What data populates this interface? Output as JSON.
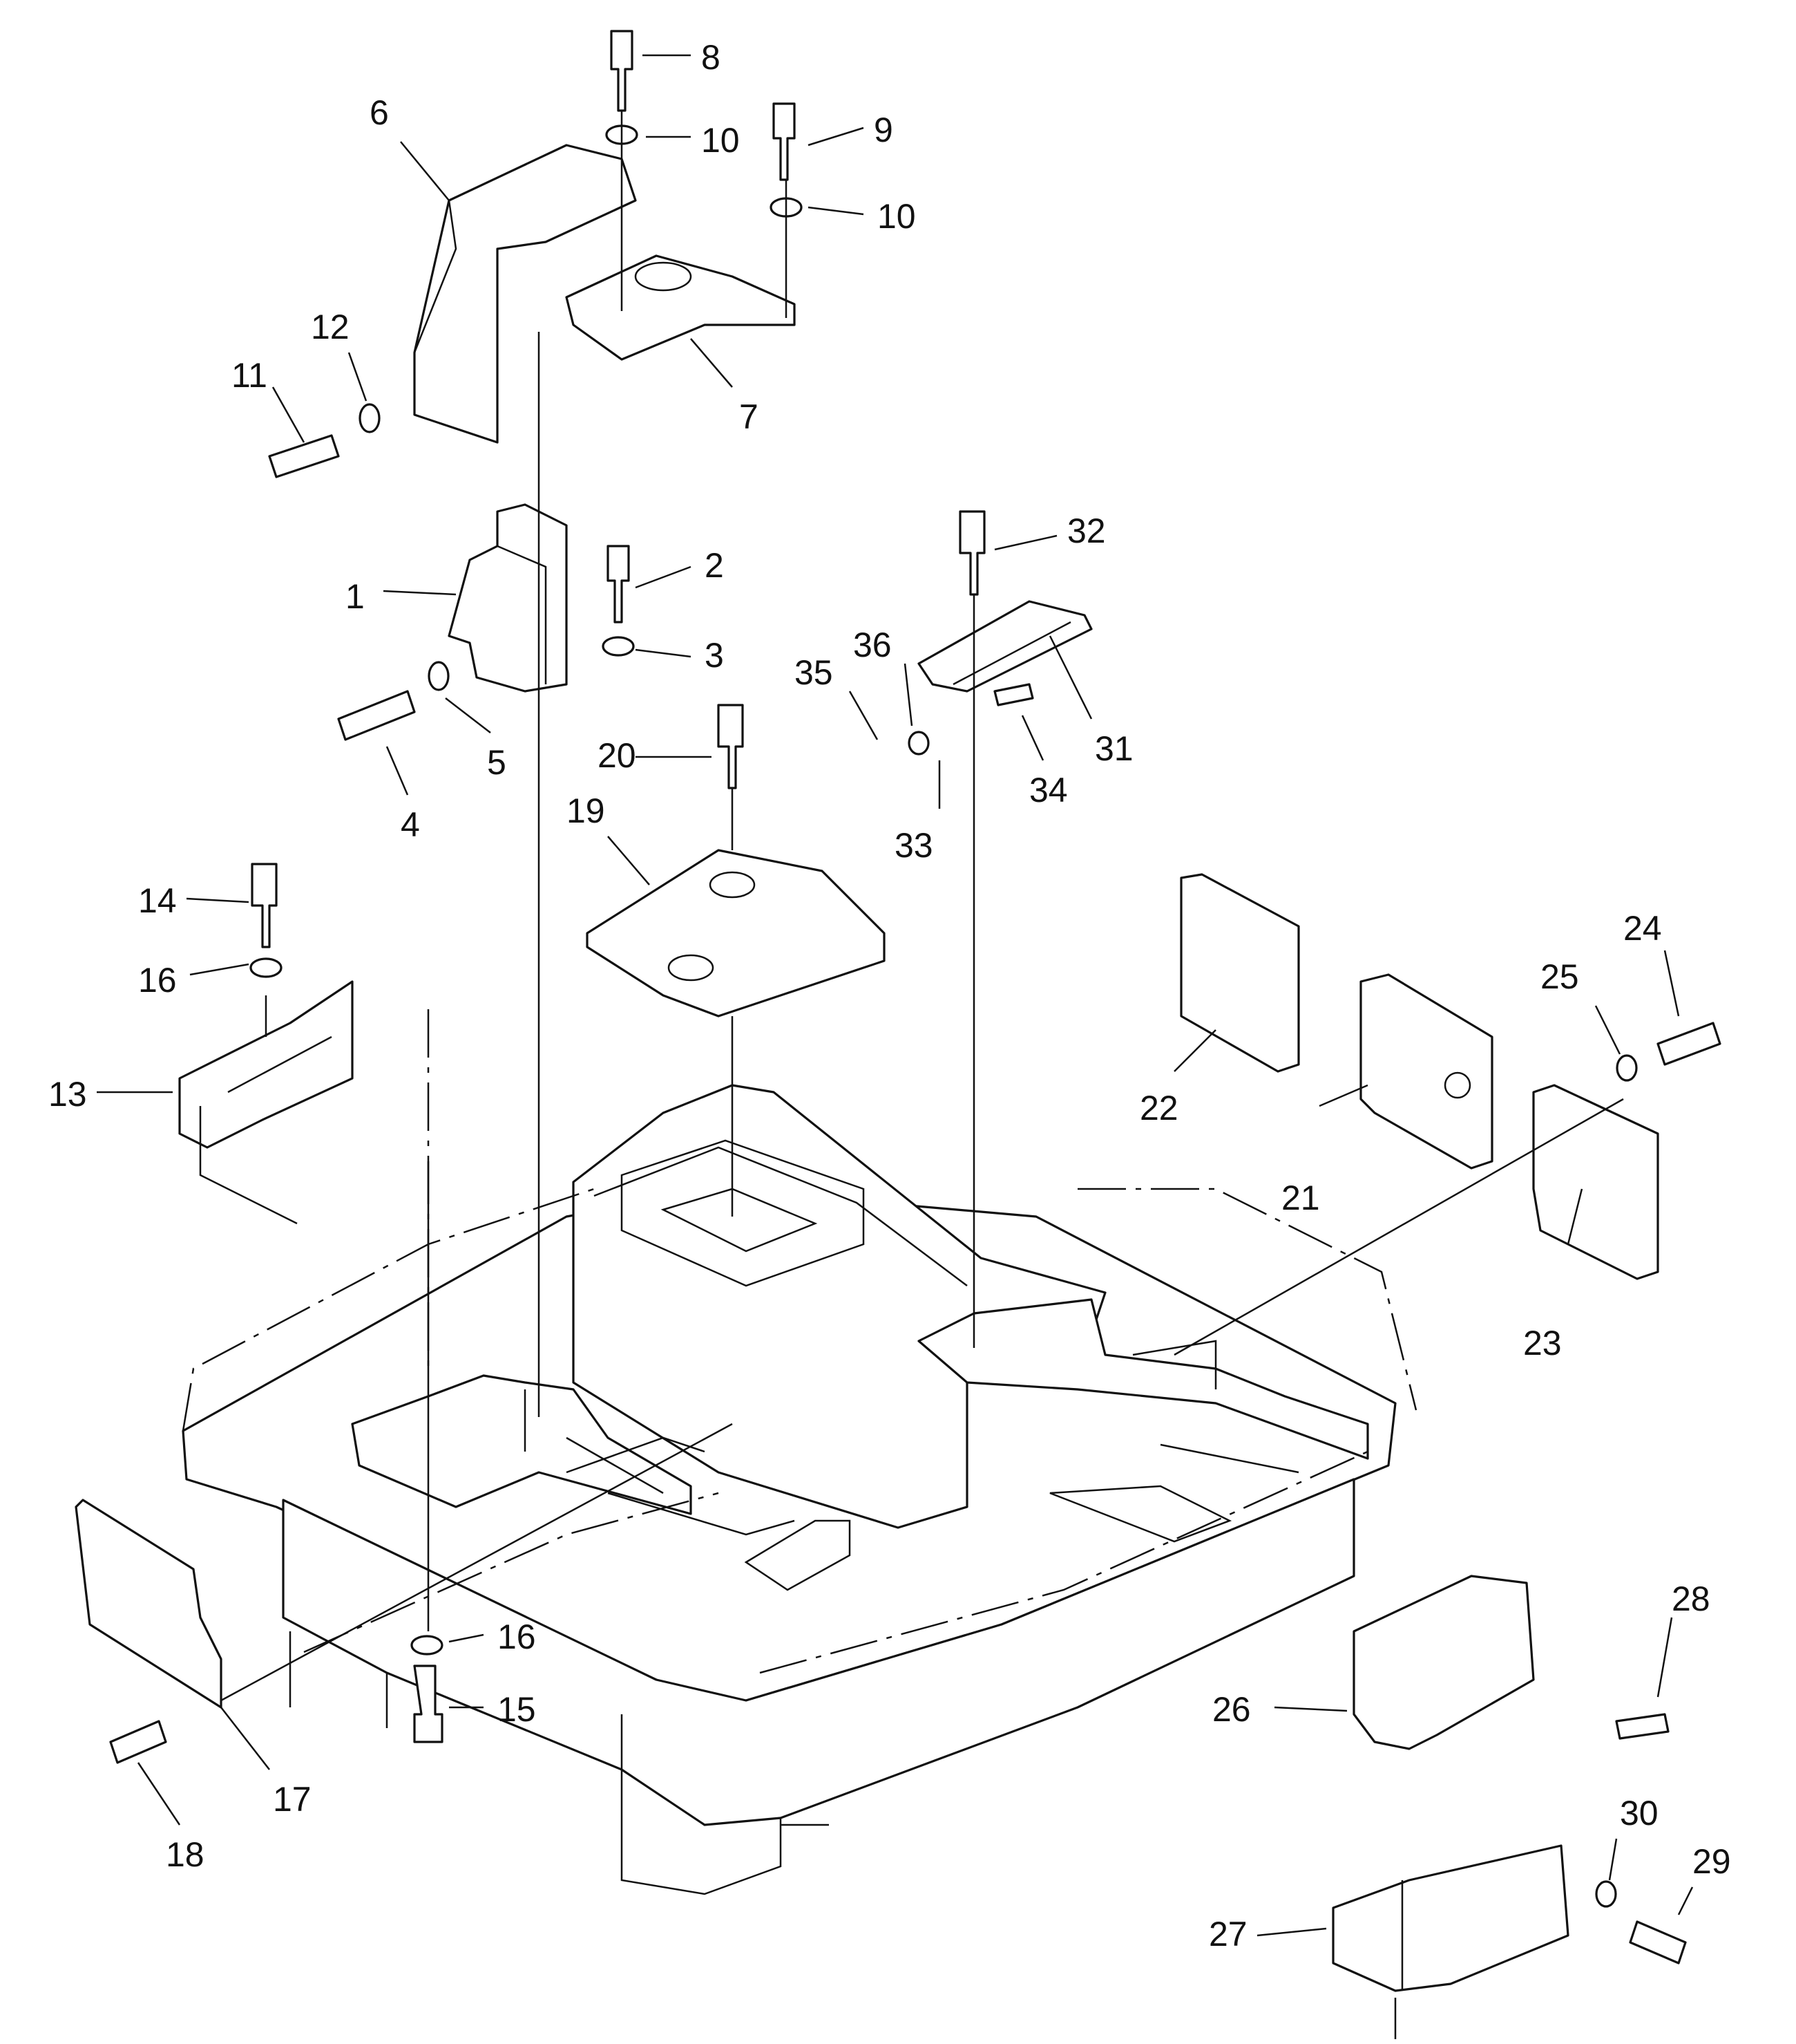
{
  "diagram": {
    "kind": "exploded parts view",
    "callouts": [
      {
        "id": "1",
        "label": "1"
      },
      {
        "id": "2",
        "label": "2"
      },
      {
        "id": "3",
        "label": "3"
      },
      {
        "id": "4",
        "label": "4"
      },
      {
        "id": "5",
        "label": "5"
      },
      {
        "id": "6",
        "label": "6"
      },
      {
        "id": "7",
        "label": "7"
      },
      {
        "id": "8",
        "label": "8"
      },
      {
        "id": "9",
        "label": "9"
      },
      {
        "id": "10a",
        "label": "10"
      },
      {
        "id": "10b",
        "label": "10"
      },
      {
        "id": "11",
        "label": "11"
      },
      {
        "id": "12",
        "label": "12"
      },
      {
        "id": "13",
        "label": "13"
      },
      {
        "id": "14",
        "label": "14"
      },
      {
        "id": "15",
        "label": "15"
      },
      {
        "id": "16a",
        "label": "16"
      },
      {
        "id": "16b",
        "label": "16"
      },
      {
        "id": "17",
        "label": "17"
      },
      {
        "id": "18",
        "label": "18"
      },
      {
        "id": "19",
        "label": "19"
      },
      {
        "id": "20",
        "label": "20"
      },
      {
        "id": "21",
        "label": "21"
      },
      {
        "id": "22",
        "label": "22"
      },
      {
        "id": "23",
        "label": "23"
      },
      {
        "id": "24",
        "label": "24"
      },
      {
        "id": "25",
        "label": "25"
      },
      {
        "id": "26",
        "label": "26"
      },
      {
        "id": "27",
        "label": "27"
      },
      {
        "id": "28",
        "label": "28"
      },
      {
        "id": "29",
        "label": "29"
      },
      {
        "id": "30",
        "label": "30"
      },
      {
        "id": "31",
        "label": "31"
      },
      {
        "id": "32",
        "label": "32"
      },
      {
        "id": "33",
        "label": "33"
      },
      {
        "id": "34",
        "label": "34"
      },
      {
        "id": "35",
        "label": "35"
      },
      {
        "id": "36",
        "label": "36"
      }
    ]
  }
}
